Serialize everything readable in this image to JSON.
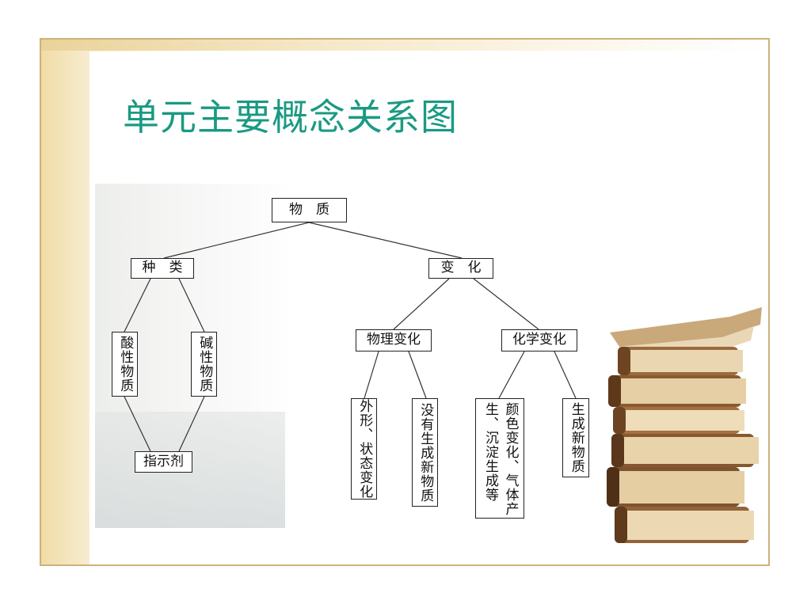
{
  "slide": {
    "title": "单元主要概念关系图"
  },
  "diagram": {
    "root": "物　质",
    "kinds": "种　类",
    "change": "变　化",
    "acidic": "酸性物质",
    "basic": "碱性物质",
    "indicator": "指示剂",
    "physical_change": "物理变化",
    "chemical_change": "化学变化",
    "phys_feature_1": "外形、状态变化",
    "phys_feature_2": "没有生成新物质",
    "chem_feature_1a": "颜色变化、气体产",
    "chem_feature_1b": "生、沉淀生成等",
    "chem_feature_2": "生成新物质"
  },
  "colors": {
    "title": "#1a9a82",
    "border": "#cdb27a"
  }
}
